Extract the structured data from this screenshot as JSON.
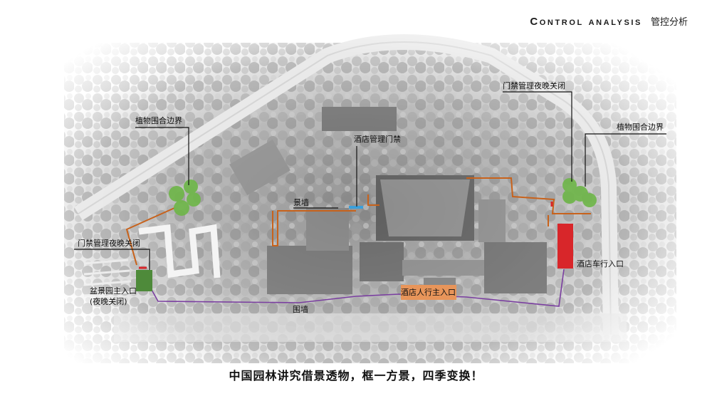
{
  "header": {
    "title_en": "Control analysis",
    "title_cn": "管控分析"
  },
  "caption": "中国园林讲究借景透物，框一方景，四季变换！",
  "labels": {
    "plant_boundary_left": "植物围合边界",
    "plant_boundary_right": "植物围合边界",
    "gate_night_close_left": "门禁管理夜晚关闭",
    "gate_night_close_right": "门禁管理夜晚关闭",
    "hotel_gate": "酒店管理门禁",
    "scenery_wall": "景墙",
    "bonsai_entrance_line1": "盆景园主入口",
    "bonsai_entrance_line2": "(夜晚关闭)",
    "enclosure_wall": "围墙",
    "hotel_pedestrian_entrance": "酒店人行主入口",
    "hotel_vehicle_entrance": "酒店车行入口"
  },
  "colors": {
    "orange_line": "#c8621b",
    "purple_line": "#7a3ea0",
    "red_block": "#d8262a",
    "green_block": "#4e8a3a",
    "tree_green": "#6fb64a",
    "blue_gate": "#3aa0dc",
    "pedestrian_box": "#e8955a"
  }
}
